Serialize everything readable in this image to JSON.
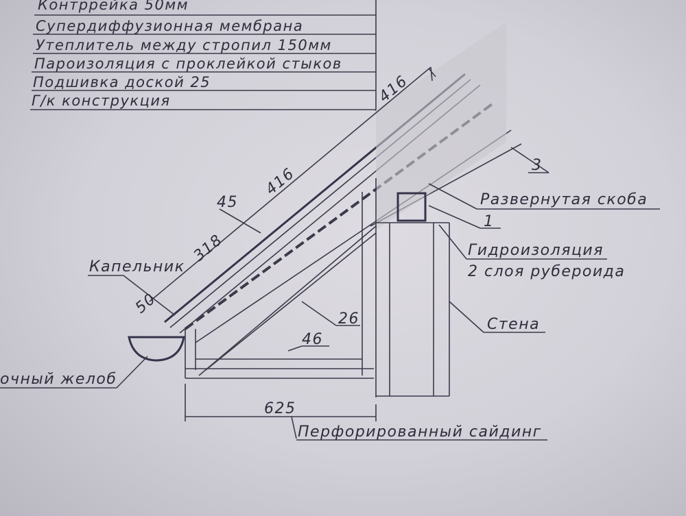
{
  "spec_table": {
    "rows": [
      "Контррейка 50мм",
      "Супердиффузионная мембрана",
      "Утеплитель между стропил 150мм",
      "Пароизоляция с проклейкой стыков",
      "Подшивка доской 25",
      "Г/к конструкция"
    ]
  },
  "dimensions": {
    "top_416": "416",
    "mid_416": "416",
    "d45": "45",
    "d318": "318",
    "d50": "50",
    "d26": "26",
    "d46": "46",
    "d625": "625"
  },
  "callouts": {
    "drip_edge": "Капельник",
    "gutter": "очный желоб",
    "num3": "3",
    "bracket": "Развернутая скоба",
    "num1": "1",
    "waterproofing": "Гидроизоляция",
    "waterproofing_layers": "2 слоя рубероида",
    "wall": "Стена",
    "siding": "Перфорированный сайдинг"
  }
}
